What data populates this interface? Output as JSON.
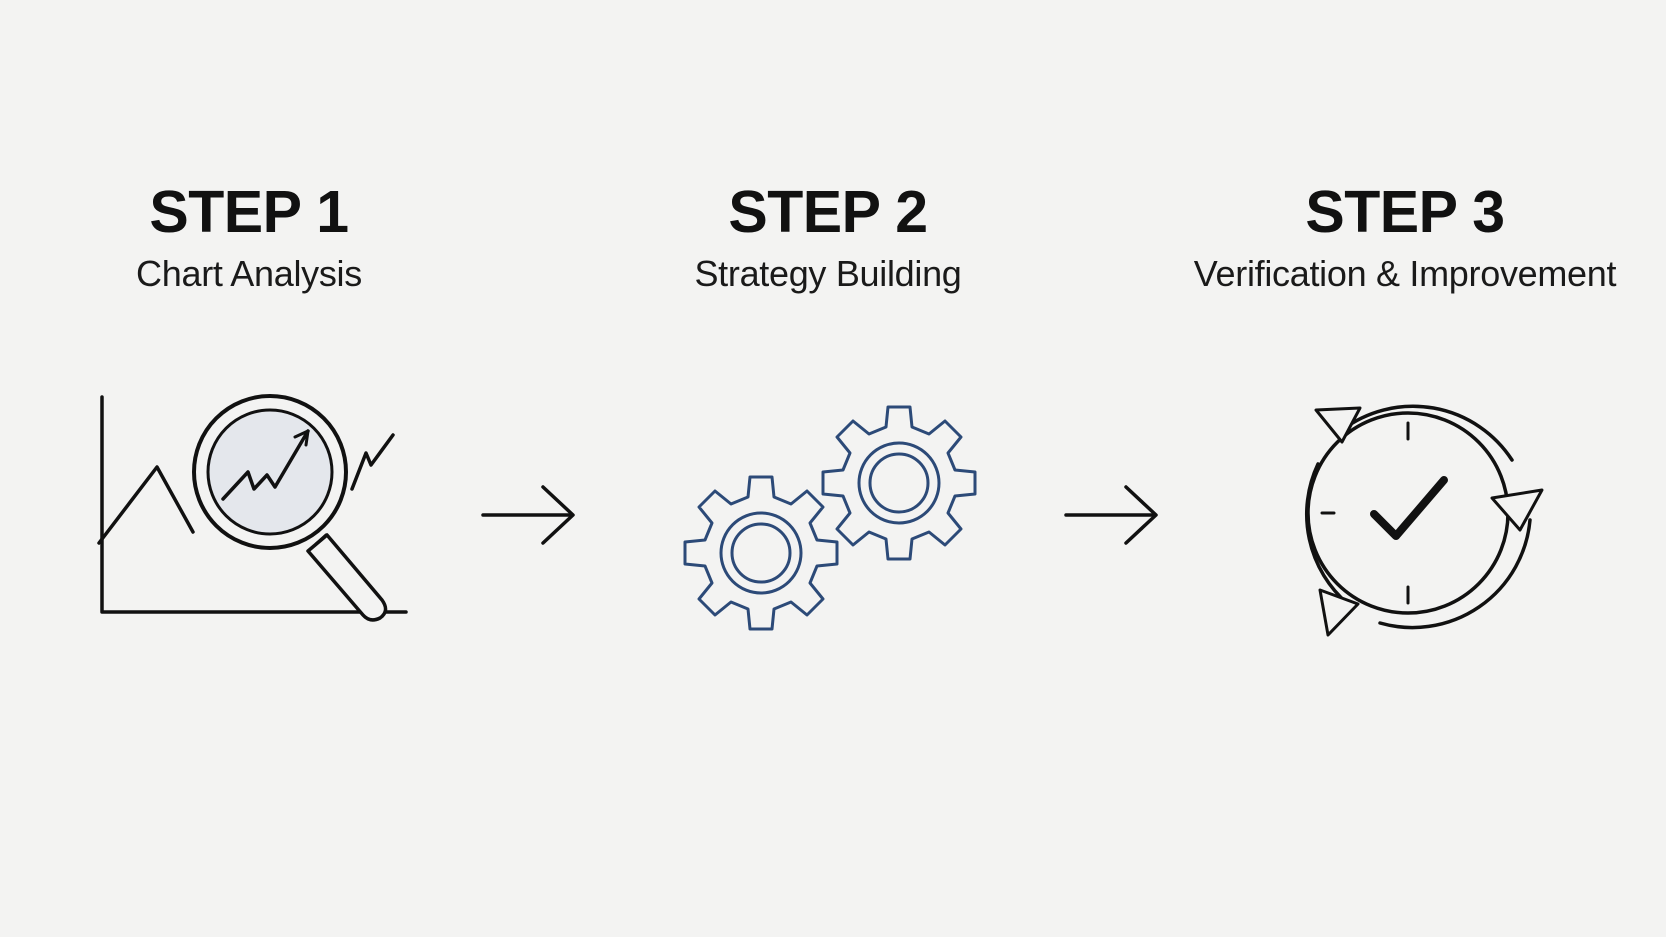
{
  "steps": [
    {
      "title": "STEP 1",
      "subtitle": "Chart Analysis",
      "icon": "chart-magnifier-icon"
    },
    {
      "title": "STEP 2",
      "subtitle": "Strategy Building",
      "icon": "gears-icon"
    },
    {
      "title": "STEP 3",
      "subtitle": "Verification & Improvement",
      "icon": "cycle-check-icon"
    }
  ],
  "connectors": [
    "arrow-right-icon",
    "arrow-right-icon"
  ],
  "colors": {
    "background": "#f3f3f2",
    "ink": "#111111",
    "gear_stroke": "#2c4a78",
    "lens_fill": "#e4e7ec"
  }
}
